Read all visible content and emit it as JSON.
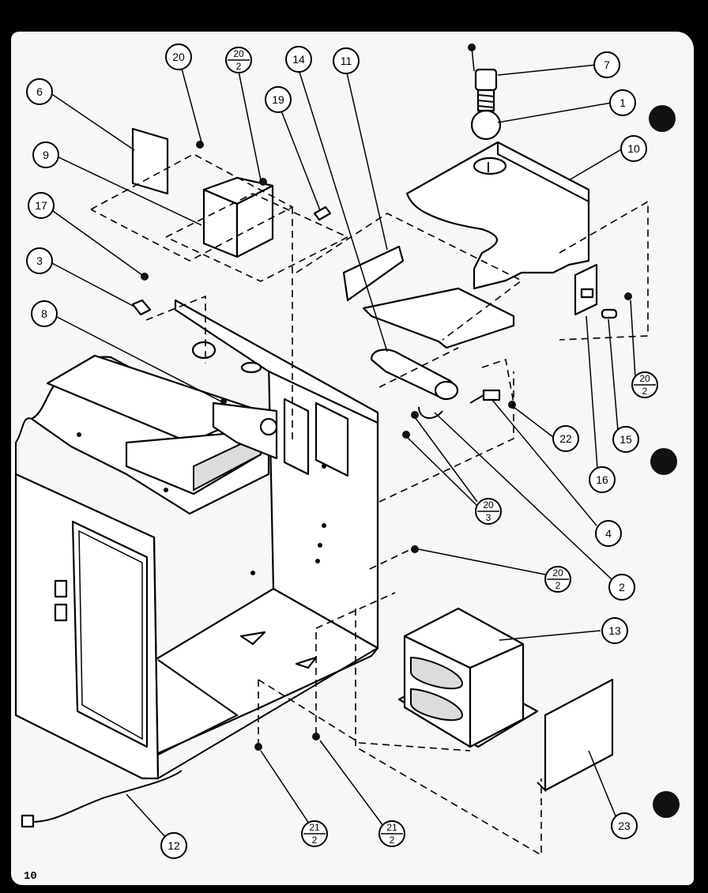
{
  "callouts": [
    {
      "id": "c20a",
      "label": "20"
    },
    {
      "id": "c20b",
      "top": "20",
      "bottom": "2"
    },
    {
      "id": "c14",
      "label": "14"
    },
    {
      "id": "c11",
      "label": "11"
    },
    {
      "id": "c7",
      "label": "7"
    },
    {
      "id": "c1",
      "label": "1"
    },
    {
      "id": "c10",
      "label": "10"
    },
    {
      "id": "c6",
      "label": "6"
    },
    {
      "id": "c19",
      "label": "19"
    },
    {
      "id": "c9",
      "label": "9"
    },
    {
      "id": "c17",
      "label": "17"
    },
    {
      "id": "c3",
      "label": "3"
    },
    {
      "id": "c8",
      "label": "8"
    },
    {
      "id": "c20c",
      "top": "20",
      "bottom": "2"
    },
    {
      "id": "c22",
      "label": "22"
    },
    {
      "id": "c15",
      "label": "15"
    },
    {
      "id": "c16",
      "label": "16"
    },
    {
      "id": "c20d",
      "top": "20",
      "bottom": "3"
    },
    {
      "id": "c4",
      "label": "4"
    },
    {
      "id": "c20e",
      "top": "20",
      "bottom": "2"
    },
    {
      "id": "c2",
      "label": "2"
    },
    {
      "id": "c13",
      "label": "13"
    },
    {
      "id": "c23",
      "label": "23"
    },
    {
      "id": "c21a",
      "top": "21",
      "bottom": "2"
    },
    {
      "id": "c21b",
      "top": "21",
      "bottom": "2"
    },
    {
      "id": "c12",
      "label": "12"
    }
  ],
  "page_number": "10"
}
